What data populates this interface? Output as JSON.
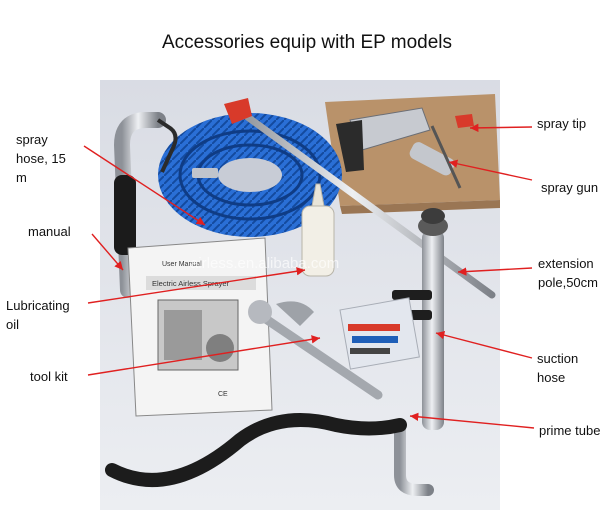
{
  "title": "Accessories equip with EP models",
  "watermark": "airless.en.alibaba.com",
  "manual_cover": {
    "heading": "User Manual",
    "title": "Electric Airless Sprayer",
    "mark": "CE"
  },
  "labels": {
    "spray_hose": "spray\nhose, 15\nm",
    "manual": "manual",
    "lubricating_oil": "Lubricating\noil",
    "tool_kit": "tool kit",
    "spray_tip": "spray tip",
    "spray_gun": "spray gun",
    "extension_pole": "extension\npole,50cm",
    "suction_hose": "suction\nhose",
    "prime_tube": "prime tube"
  },
  "colors": {
    "arrow": "#e02020",
    "hose_blue": "#2a6fd6",
    "backdrop": "#e4e6ec"
  }
}
